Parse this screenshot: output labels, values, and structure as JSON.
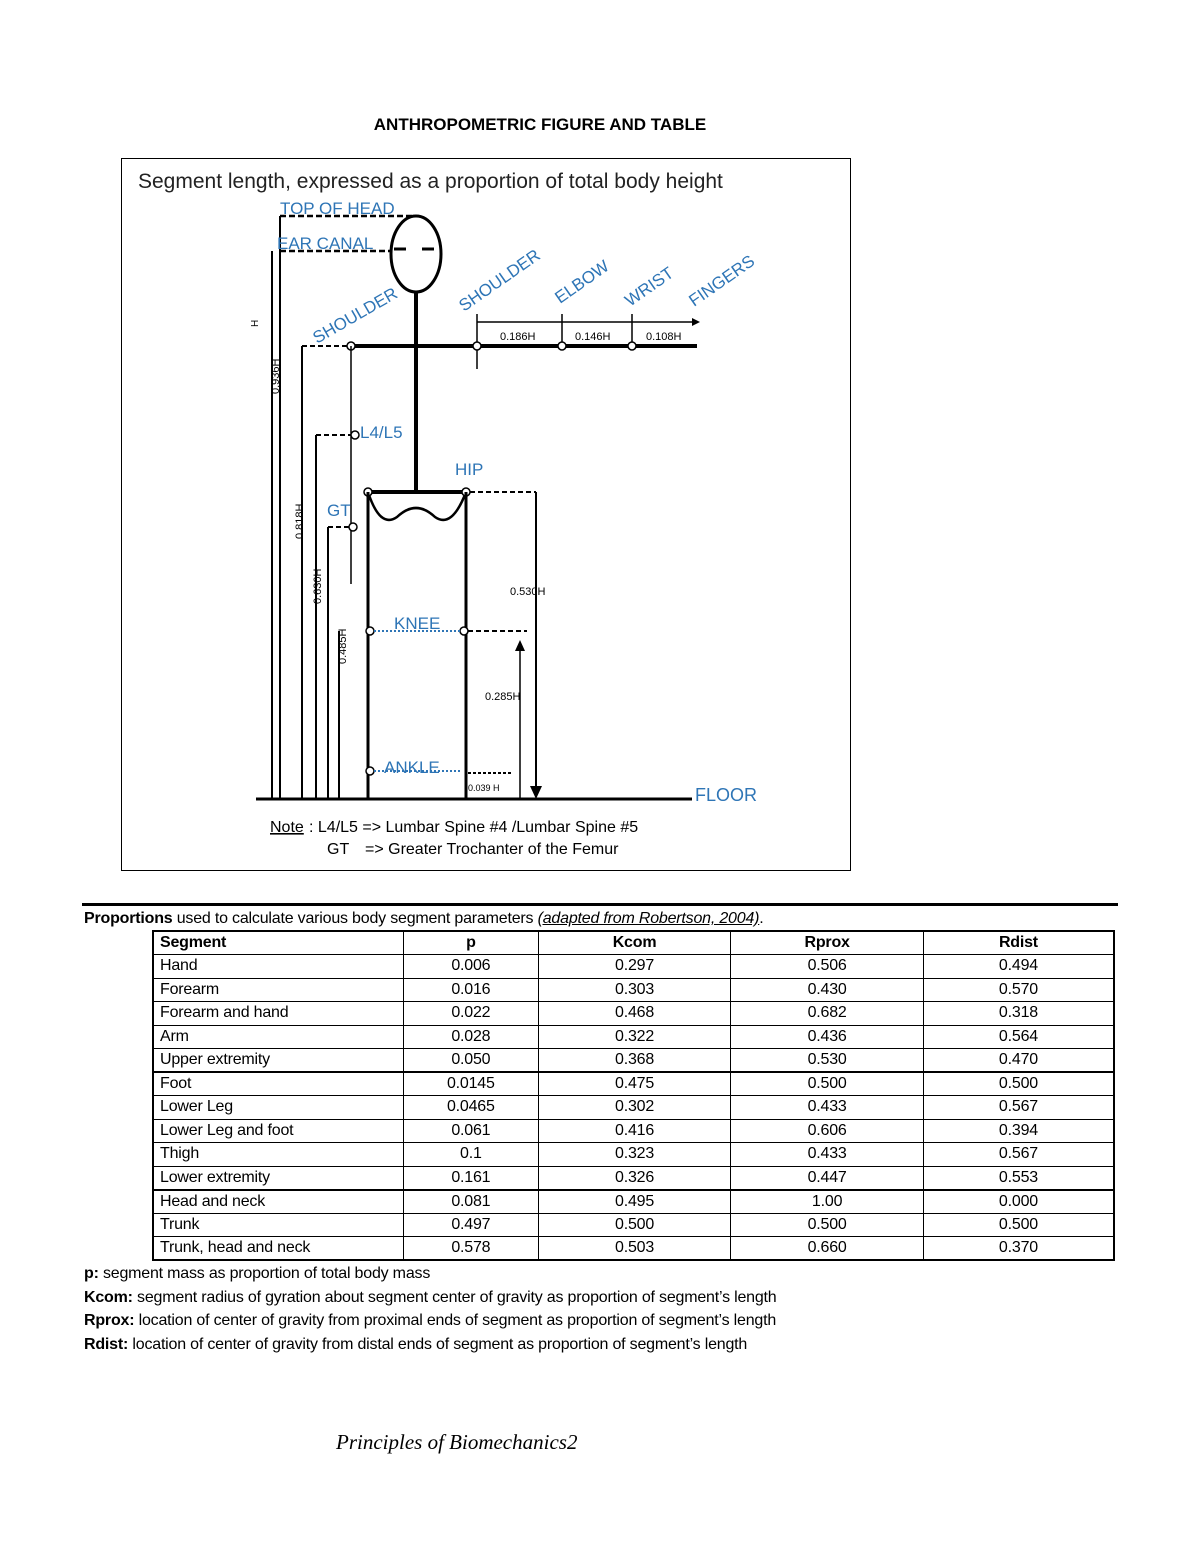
{
  "document": {
    "title": "ANTHROPOMETRIC FIGURE AND TABLE",
    "footer": "Principles of Biomechanics2"
  },
  "figure": {
    "heading": "Segment length, expressed as a proportion of total body height",
    "landmarks": {
      "top_of_head": "TOP OF HEAD",
      "ear_canal": "EAR CANAL",
      "shoulder_left": "SHOULDER",
      "shoulder_arm": "SHOULDER",
      "elbow": "ELBOW",
      "wrist": "WRIST",
      "fingers": "FINGERS",
      "l4l5": "L4/L5",
      "hip": "HIP",
      "gt": "GT",
      "knee": "KNEE",
      "ankle": "ANKLE",
      "floor": "FLOOR"
    },
    "dimensions": {
      "height": "H",
      "shoulder_height": "0.936H",
      "l4l5_height": "0.818H",
      "gt_height": "0.630H",
      "knee_low": "0.485H",
      "upper_arm": "0.186H",
      "forearm": "0.146H",
      "hand": "0.108H",
      "hip_height": "0.530H",
      "knee_height": "0.285H",
      "ankle_height": "0.039 H"
    },
    "note": {
      "label": "Note",
      "line1": ": L4/L5 => Lumbar Spine #4 /Lumbar Spine #5",
      "line2_abbr": "GT",
      "line2_text": "=> Greater Trochanter of the Femur"
    }
  },
  "table": {
    "caption": {
      "lead": "Proportions",
      "text": " used to calculate various body segment parameters ",
      "source": "(adapted from Robertson, 2004)",
      "end": "."
    },
    "headers": [
      "Segment",
      "p",
      "Kcom",
      "Rprox",
      "Rdist"
    ],
    "rows": [
      [
        "Hand",
        "0.006",
        "0.297",
        "0.506",
        "0.494"
      ],
      [
        "Forearm",
        "0.016",
        "0.303",
        "0.430",
        "0.570"
      ],
      [
        "Forearm and hand",
        "0.022",
        "0.468",
        "0.682",
        "0.318"
      ],
      [
        "Arm",
        "0.028",
        "0.322",
        "0.436",
        "0.564"
      ],
      [
        "Upper extremity",
        "0.050",
        "0.368",
        "0.530",
        "0.470"
      ],
      [
        "Foot",
        "0.0145",
        "0.475",
        "0.500",
        "0.500"
      ],
      [
        "Lower Leg",
        "0.0465",
        "0.302",
        "0.433",
        "0.567"
      ],
      [
        "Lower Leg and foot",
        "0.061",
        "0.416",
        "0.606",
        "0.394"
      ],
      [
        "Thigh",
        "0.1",
        "0.323",
        "0.433",
        "0.567"
      ],
      [
        "Lower extremity",
        "0.161",
        "0.326",
        "0.447",
        "0.553"
      ],
      [
        "Head and neck",
        "0.081",
        "0.495",
        "1.00",
        "0.000"
      ],
      [
        "Trunk",
        "0.497",
        "0.500",
        "0.500",
        "0.500"
      ],
      [
        "Trunk, head and neck",
        "0.578",
        "0.503",
        "0.660",
        "0.370"
      ]
    ]
  },
  "definitions": [
    {
      "term": "p:",
      "text": " segment mass as proportion of total body mass"
    },
    {
      "term": "Kcom:",
      "text": " segment radius of gyration about segment center of gravity as proportion of segment’s length"
    },
    {
      "term": "Rprox:",
      "text": " location of center of gravity from proximal ends of segment as proportion of segment’s length"
    },
    {
      "term": "Rdist:",
      "text": " location of center of gravity from distal ends of segment as proportion of segment’s length"
    }
  ],
  "colors": {
    "label_blue": "#2e75b6",
    "line": "#000000"
  }
}
